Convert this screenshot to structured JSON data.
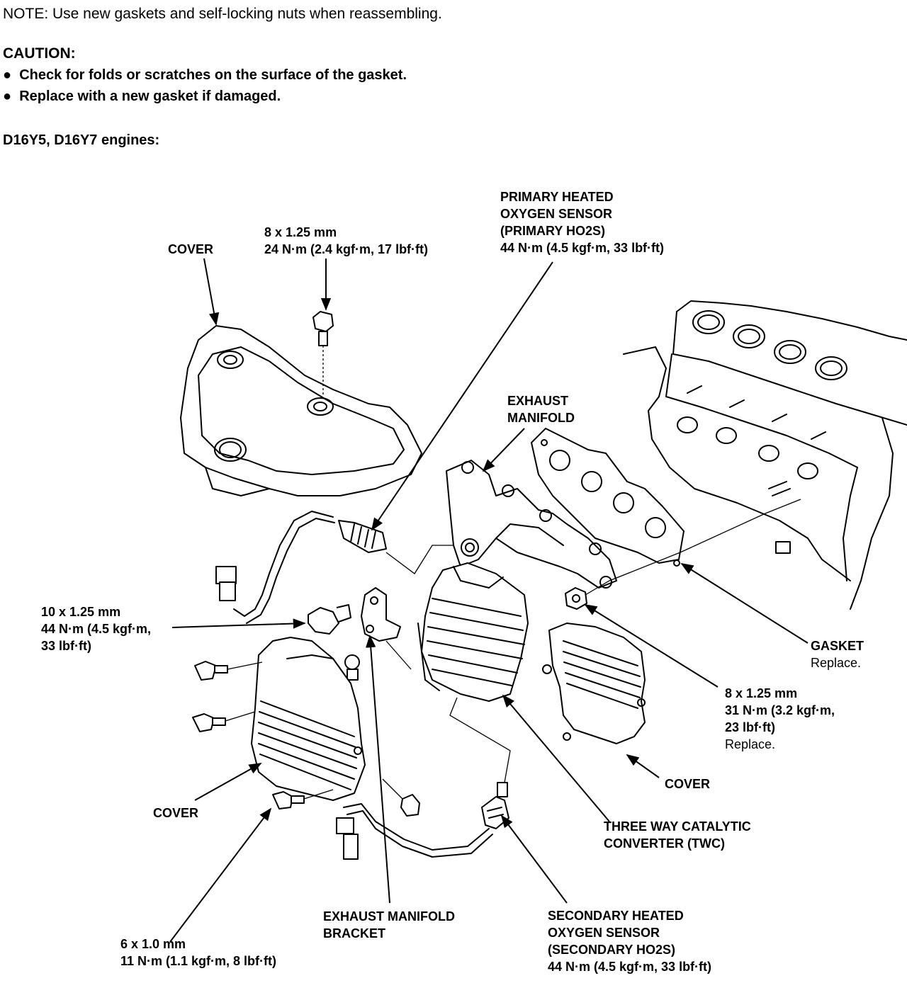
{
  "header": {
    "note": "NOTE:  Use new gaskets and self-locking nuts when reassembling.",
    "caution_title": "CAUTION:",
    "caution_items": [
      "Check for folds or scratches on the surface of the gasket.",
      "Replace with a new gasket if damaged."
    ],
    "engines": "D16Y5, D16Y7 engines:"
  },
  "labels": {
    "cover_top": [
      "COVER"
    ],
    "bolt_top": [
      "8 x 1.25 mm",
      "24 N·m (2.4 kgf·m, 17 lbf·ft)"
    ],
    "primary_ho2s": [
      "PRIMARY HEATED",
      "OXYGEN SENSOR",
      "(PRIMARY HO2S)",
      "44 N·m (4.5 kgf·m, 33 lbf·ft)"
    ],
    "exhaust_manifold": [
      "EXHAUST",
      "MANIFOLD"
    ],
    "bolt_left": [
      "10 x 1.25 mm",
      "44 N·m (4.5 kgf·m,",
      "33 lbf·ft)"
    ],
    "gasket": [
      "GASKET"
    ],
    "gasket_note": "Replace.",
    "nut_right": [
      "8 x 1.25 mm",
      "31 N·m (3.2 kgf·m,",
      "23 lbf·ft)"
    ],
    "nut_right_note": "Replace.",
    "cover_right": [
      "COVER"
    ],
    "cover_left": [
      "COVER"
    ],
    "twc": [
      "THREE WAY CATALYTIC",
      "CONVERTER (TWC)"
    ],
    "bracket": [
      "EXHAUST MANIFOLD",
      "BRACKET"
    ],
    "bolt_bottom": [
      "6 x 1.0 mm",
      "11 N·m (1.1 kgf·m, 8 lbf·ft)"
    ],
    "secondary_ho2s": [
      "SECONDARY HEATED",
      "OXYGEN SENSOR",
      "(SECONDARY HO2S)",
      "44 N·m (4.5 kgf·m, 33 lbf·ft)"
    ]
  }
}
